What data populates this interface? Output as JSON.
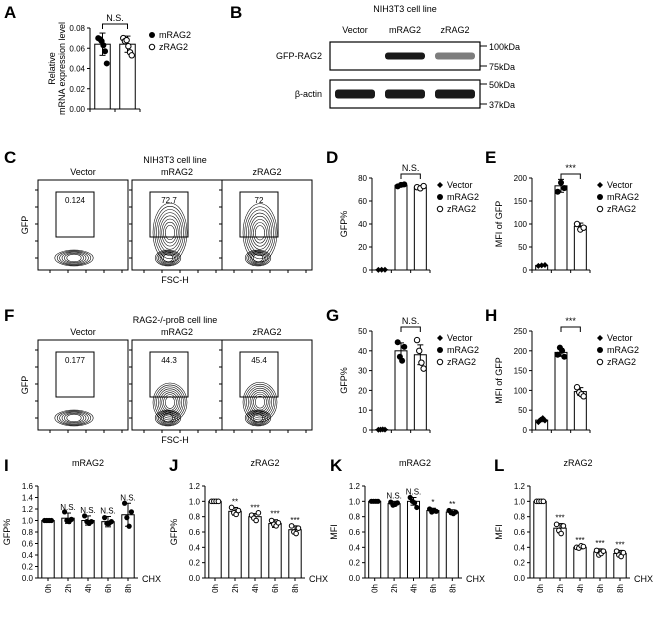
{
  "panel_labels": [
    "A",
    "B",
    "C",
    "D",
    "E",
    "F",
    "G",
    "H",
    "I",
    "J",
    "K",
    "L"
  ],
  "chart_data": [
    {
      "id": "A",
      "type": "bar",
      "ylabel": "Relative\nmRNA expression level",
      "ylim": [
        0,
        0.08
      ],
      "yticks": [
        "0.00",
        "0.02",
        "0.04",
        "0.06",
        "0.08"
      ],
      "categories": [
        "mRAG2",
        "zRAG2"
      ],
      "series": [
        {
          "name": "mRAG2",
          "mean": 0.064,
          "sd": 0.011,
          "points": [
            0.07,
            0.069,
            0.067,
            0.063,
            0.057,
            0.045
          ],
          "marker": "filled"
        },
        {
          "name": "zRAG2",
          "mean": 0.064,
          "sd": 0.008,
          "points": [
            0.07,
            0.067,
            0.068,
            0.062,
            0.056,
            0.053
          ],
          "marker": "open"
        }
      ],
      "significance": [
        {
          "label": "N.S.",
          "from": 0,
          "to": 1
        }
      ],
      "legend": "right"
    },
    {
      "id": "D",
      "type": "bar",
      "ylabel": "GFP%",
      "ylim": [
        0,
        80
      ],
      "yticks": [
        "0",
        "20",
        "40",
        "60",
        "80"
      ],
      "categories": [
        "Vector",
        "mRAG2",
        "zRAG2"
      ],
      "series": [
        {
          "name": "Vector",
          "mean": 0.2,
          "sd": 0.1,
          "points": [
            0.1,
            0.2,
            0.2
          ],
          "marker": "diamond"
        },
        {
          "name": "mRAG2",
          "mean": 73.6,
          "sd": 1.2,
          "points": [
            72.7,
            74.0,
            74.5
          ],
          "marker": "filled"
        },
        {
          "name": "zRAG2",
          "mean": 71.9,
          "sd": 1.0,
          "points": [
            72.0,
            71.0,
            73.0
          ],
          "marker": "open"
        }
      ],
      "significance": [
        {
          "label": "N.S.",
          "from": 1,
          "to": 2
        }
      ],
      "legend": "right"
    },
    {
      "id": "E",
      "type": "bar",
      "ylabel": "MFI of GFP",
      "ylim": [
        0,
        200
      ],
      "yticks": [
        "0",
        "50",
        "100",
        "150",
        "200"
      ],
      "categories": [
        "Vector",
        "mRAG2",
        "zRAG2"
      ],
      "series": [
        {
          "name": "Vector",
          "mean": 10,
          "sd": 1.5,
          "points": [
            9,
            10,
            11
          ],
          "marker": "diamond"
        },
        {
          "name": "mRAG2",
          "mean": 183,
          "sd": 14,
          "points": [
            170,
            190,
            178
          ],
          "marker": "filled"
        },
        {
          "name": "zRAG2",
          "mean": 95,
          "sd": 7,
          "points": [
            100,
            88,
            92
          ],
          "marker": "open"
        }
      ],
      "significance": [
        {
          "label": "***",
          "from": 1,
          "to": 2
        }
      ],
      "legend": "right"
    },
    {
      "id": "G",
      "type": "bar",
      "ylabel": "GFP%",
      "ylim": [
        0,
        50
      ],
      "yticks": [
        "0",
        "10",
        "20",
        "30",
        "40",
        "50"
      ],
      "categories": [
        "Vector",
        "mRAG2",
        "zRAG2"
      ],
      "series": [
        {
          "name": "Vector",
          "mean": 0.2,
          "sd": 0.1,
          "points": [
            0.1,
            0.2,
            0.3,
            0.2
          ],
          "marker": "diamond"
        },
        {
          "name": "mRAG2",
          "mean": 40,
          "sd": 4,
          "points": [
            44.3,
            37,
            35,
            42
          ],
          "marker": "filled"
        },
        {
          "name": "zRAG2",
          "mean": 38,
          "sd": 5,
          "points": [
            45.4,
            40,
            34,
            31
          ],
          "marker": "open"
        }
      ],
      "significance": [
        {
          "label": "N.S.",
          "from": 1,
          "to": 2
        }
      ],
      "legend": "right"
    },
    {
      "id": "H",
      "type": "bar",
      "ylabel": "MFI of GFP",
      "ylim": [
        0,
        250
      ],
      "yticks": [
        "0",
        "50",
        "100",
        "150",
        "200",
        "250"
      ],
      "categories": [
        "Vector",
        "mRAG2",
        "zRAG2"
      ],
      "series": [
        {
          "name": "Vector",
          "mean": 25,
          "sd": 4,
          "points": [
            20,
            26,
            30,
            24
          ],
          "marker": "diamond"
        },
        {
          "name": "mRAG2",
          "mean": 196,
          "sd": 10,
          "points": [
            190,
            208,
            200,
            185
          ],
          "marker": "filled"
        },
        {
          "name": "zRAG2",
          "mean": 97,
          "sd": 10,
          "points": [
            108,
            95,
            90,
            85
          ],
          "marker": "open"
        }
      ],
      "significance": [
        {
          "label": "***",
          "from": 1,
          "to": 2
        }
      ],
      "legend": "right"
    },
    {
      "id": "I",
      "type": "bar",
      "title": "mRAG2",
      "ylabel": "GFP%",
      "xlabel": "CHX",
      "ylim": [
        0,
        1.6
      ],
      "yticks": [
        "0.0",
        "0.2",
        "0.4",
        "0.6",
        "0.8",
        "1.0",
        "1.2",
        "1.4",
        "1.6"
      ],
      "categories": [
        "0h",
        "2h",
        "4h",
        "6h",
        "8h"
      ],
      "series": [
        {
          "name": "mRAG2",
          "marker": "filled",
          "means": [
            1.0,
            1.04,
            1.0,
            0.98,
            1.1
          ],
          "sds": [
            0.01,
            0.09,
            0.08,
            0.09,
            0.2
          ],
          "points": [
            [
              1.0,
              1.0,
              1.0,
              1.0
            ],
            [
              1.15,
              1.0,
              0.98,
              1.02
            ],
            [
              1.08,
              0.98,
              0.95,
              0.98
            ],
            [
              1.05,
              0.95,
              0.95,
              0.98
            ],
            [
              1.3,
              1.05,
              0.9,
              1.15
            ]
          ]
        }
      ],
      "significance_labels": [
        "",
        "N.S.",
        "N.S.",
        "N.S.",
        "N.S."
      ]
    },
    {
      "id": "J",
      "type": "bar",
      "title": "zRAG2",
      "ylabel": "GFP%",
      "xlabel": "CHX",
      "ylim": [
        0,
        1.2
      ],
      "yticks": [
        "0.0",
        "0.2",
        "0.4",
        "0.6",
        "0.8",
        "1.0",
        "1.2"
      ],
      "categories": [
        "0h",
        "2h",
        "4h",
        "6h",
        "8h"
      ],
      "series": [
        {
          "name": "zRAG2",
          "marker": "open",
          "means": [
            1.0,
            0.87,
            0.8,
            0.71,
            0.63
          ],
          "sds": [
            0.01,
            0.05,
            0.04,
            0.05,
            0.05
          ],
          "points": [
            [
              1.0,
              1.0,
              1.0,
              1.0
            ],
            [
              0.92,
              0.85,
              0.83,
              0.88
            ],
            [
              0.82,
              0.78,
              0.75,
              0.85
            ],
            [
              0.75,
              0.7,
              0.68,
              0.72
            ],
            [
              0.68,
              0.6,
              0.58,
              0.65
            ]
          ]
        }
      ],
      "significance_labels": [
        "",
        "**",
        "***",
        "***",
        "***"
      ]
    },
    {
      "id": "K",
      "type": "bar",
      "title": "mRAG2",
      "ylabel": "MFI",
      "xlabel": "CHX",
      "ylim": [
        0,
        1.2
      ],
      "yticks": [
        "0.0",
        "0.2",
        "0.4",
        "0.6",
        "0.8",
        "1.0",
        "1.2"
      ],
      "categories": [
        "0h",
        "2h",
        "4h",
        "6h",
        "8h"
      ],
      "series": [
        {
          "name": "mRAG2",
          "marker": "filled",
          "means": [
            1.0,
            0.97,
            1.0,
            0.88,
            0.86
          ],
          "sds": [
            0.01,
            0.03,
            0.05,
            0.03,
            0.03
          ],
          "points": [
            [
              1.0,
              1.0,
              1.0,
              1.0
            ],
            [
              0.99,
              0.95,
              0.96,
              0.98
            ],
            [
              1.05,
              1.0,
              0.98,
              0.92
            ],
            [
              0.9,
              0.86,
              0.88,
              0.87
            ],
            [
              0.88,
              0.85,
              0.84,
              0.86
            ]
          ]
        }
      ],
      "significance_labels": [
        "",
        "N.S.",
        "N.S.",
        "*",
        "**"
      ]
    },
    {
      "id": "L",
      "type": "bar",
      "title": "zRAG2",
      "ylabel": "MFI",
      "xlabel": "CHX",
      "ylim": [
        0,
        1.2
      ],
      "yticks": [
        "0.0",
        "0.2",
        "0.4",
        "0.6",
        "0.8",
        "1.0",
        "1.2"
      ],
      "categories": [
        "0h",
        "2h",
        "4h",
        "6h",
        "8h"
      ],
      "series": [
        {
          "name": "zRAG2",
          "marker": "open",
          "means": [
            1.0,
            0.65,
            0.4,
            0.34,
            0.32
          ],
          "sds": [
            0.01,
            0.06,
            0.02,
            0.04,
            0.04
          ],
          "points": [
            [
              1.0,
              1.0,
              1.0,
              1.0
            ],
            [
              0.7,
              0.62,
              0.58,
              0.68
            ],
            [
              0.4,
              0.39,
              0.42,
              0.41
            ],
            [
              0.36,
              0.3,
              0.32,
              0.35
            ],
            [
              0.35,
              0.3,
              0.28,
              0.33
            ]
          ]
        }
      ],
      "significance_labels": [
        "",
        "***",
        "***",
        "***",
        "***"
      ]
    }
  ],
  "western_blot": {
    "title": "NIH3T3 cell line",
    "lanes": [
      "Vector",
      "mRAG2",
      "zRAG2"
    ],
    "bands": [
      {
        "label": "GFP-RAG2",
        "markers": [
          "100kDa",
          "75kDa"
        ],
        "intensities": [
          0,
          1.0,
          0.35
        ]
      },
      {
        "label": "β-actin",
        "markers": [
          "50kDa",
          "37kDa"
        ],
        "intensities": [
          1.0,
          1.0,
          1.0
        ]
      }
    ]
  },
  "flow": [
    {
      "id": "C",
      "title": "NIH3T3 cell line",
      "ylabel": "GFP",
      "xlabel": "FSC-H",
      "samples": [
        {
          "name": "Vector",
          "gate_value": "0.124",
          "gfp_fraction": 0.00124
        },
        {
          "name": "mRAG2",
          "gate_value": "72.7",
          "gfp_fraction": 0.727
        },
        {
          "name": "zRAG2",
          "gate_value": "72",
          "gfp_fraction": 0.72
        }
      ]
    },
    {
      "id": "F",
      "title": "RAG2-/-proB cell line",
      "ylabel": "GFP",
      "xlabel": "FSC-H",
      "samples": [
        {
          "name": "Vector",
          "gate_value": "0.177",
          "gfp_fraction": 0.00177
        },
        {
          "name": "mRAG2",
          "gate_value": "44.3",
          "gfp_fraction": 0.443
        },
        {
          "name": "zRAG2",
          "gate_value": "45.4",
          "gfp_fraction": 0.454
        }
      ]
    }
  ]
}
